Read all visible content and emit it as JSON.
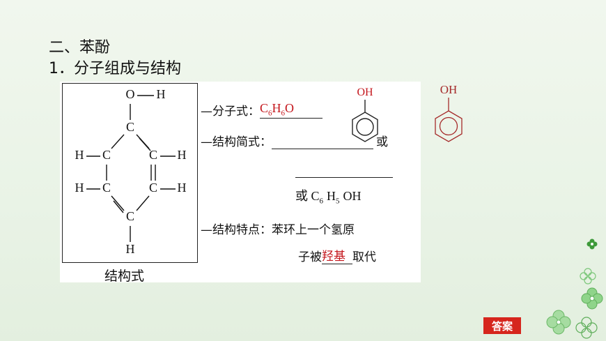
{
  "headings": {
    "section": "二、苯酚",
    "subsection": "1．分子组成与结构"
  },
  "structure": {
    "atoms": {
      "O": "O",
      "H_top": "H",
      "C1": "C",
      "H_left1": "H",
      "C2": "C",
      "C3": "C",
      "H_right1": "H",
      "H_left2": "H",
      "C4": "C",
      "C5": "C",
      "H_right2": "H",
      "C6": "C",
      "H_bottom": "H"
    },
    "caption": "结构式"
  },
  "details": {
    "molecular_formula_label": "—分子式：",
    "molecular_formula_answer": {
      "C": "C",
      "c_sub": "6",
      "H": "H",
      "h_sub": "6",
      "O": "O"
    },
    "simple_structure_label": "—结构简式：",
    "or_text": "或",
    "alt_formula": {
      "prefix": "或 ",
      "C": "C",
      "c_sub": "6",
      "H": "H",
      "h_sub": "5",
      "OH": "OH"
    },
    "feature_label": "—结构特点：",
    "feature_text_line1": "苯环上一个氢原",
    "feature_text_pre": "子被",
    "feature_answer": "羟基",
    "feature_text_post": "取代",
    "ring_label_1": "OH",
    "ring_label_2": "OH"
  },
  "button": {
    "answer_label": "答案"
  },
  "colors": {
    "answer_red": "#c4161c",
    "ring_dark": "#222222",
    "ring_red": "#a52a2a",
    "button_red": "#d6261d"
  }
}
